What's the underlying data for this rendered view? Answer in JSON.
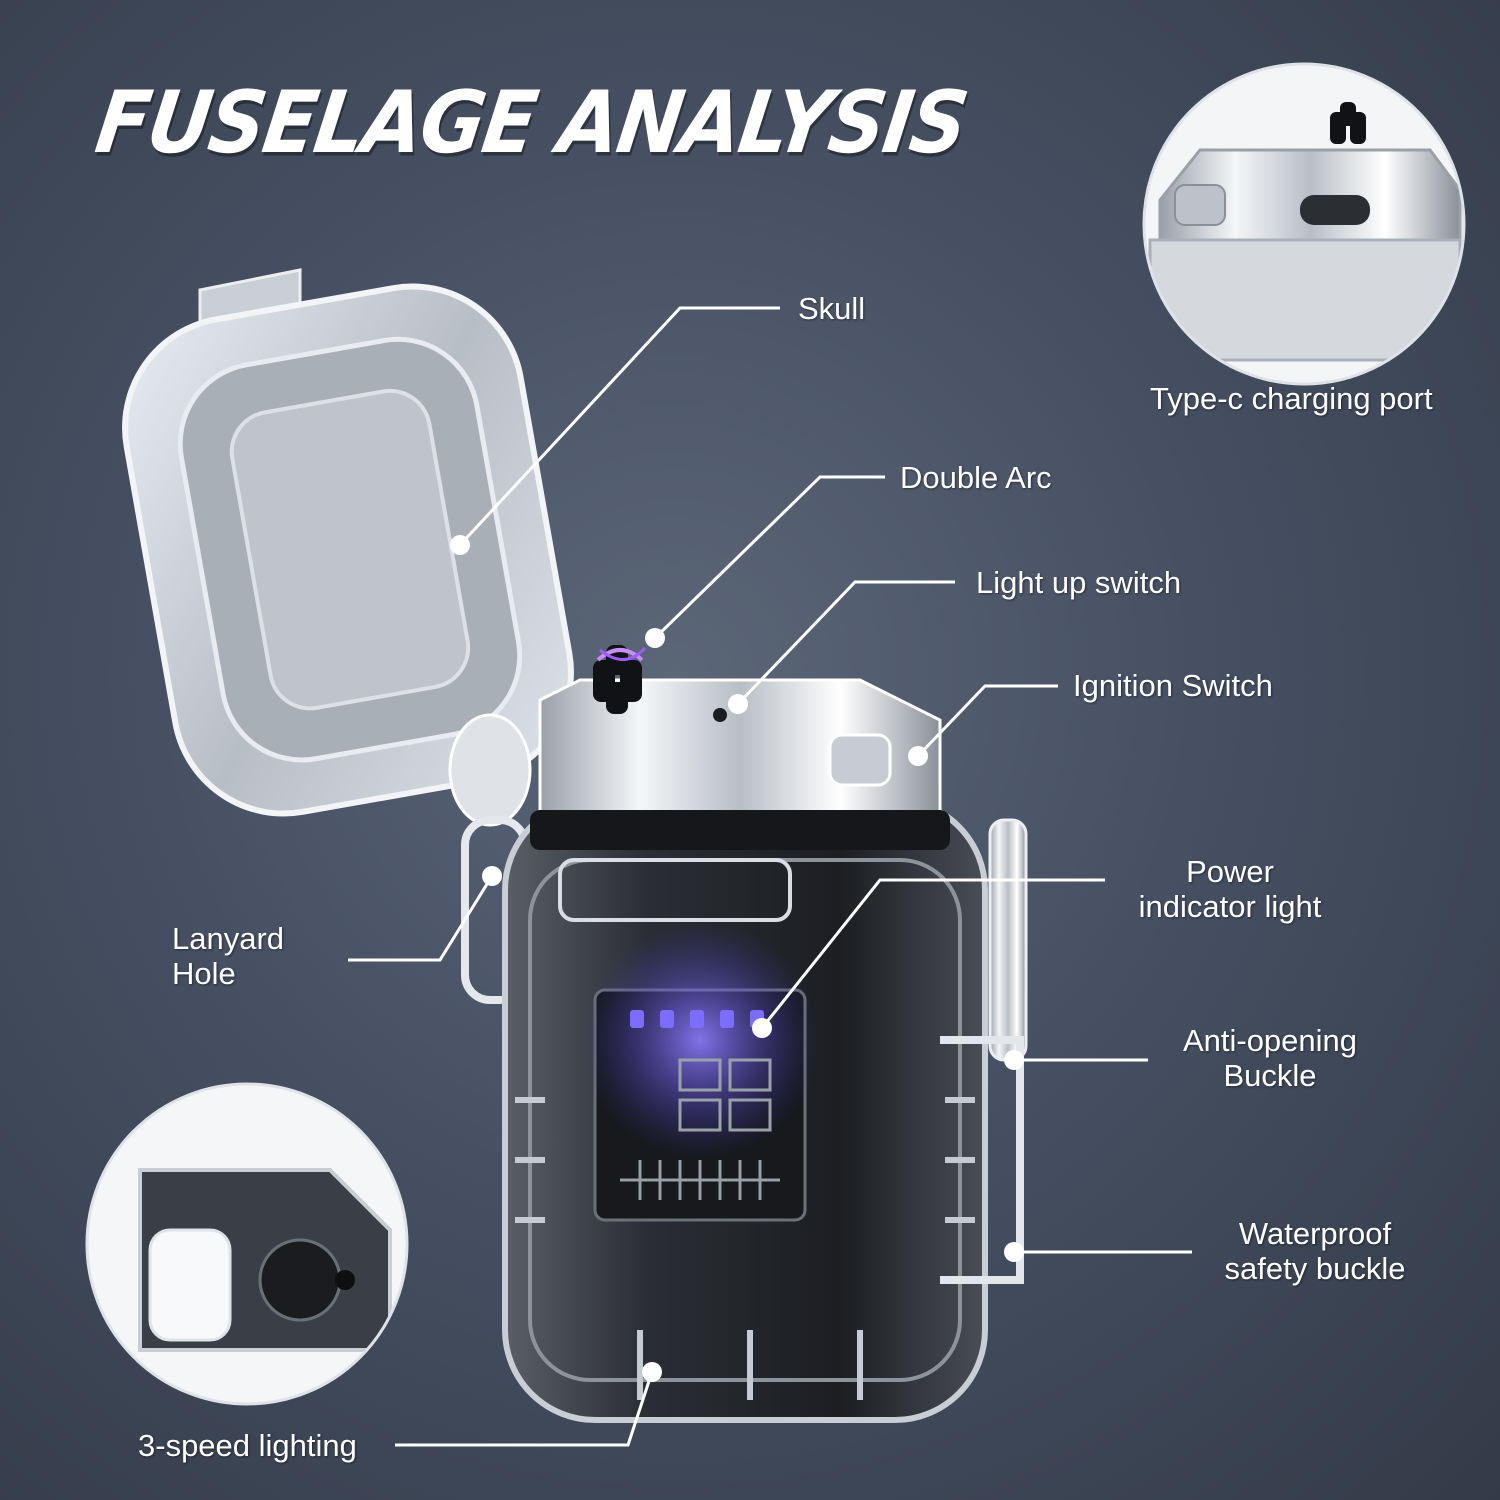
{
  "title": "FUSELAGE ANALYSIS",
  "labels": {
    "skull": "Skull",
    "double_arc": "Double Arc",
    "light_up_switch": "Light up switch",
    "ignition_switch": "Ignition Switch",
    "power_indicator_line1": "Power",
    "power_indicator_line2": "indicator light",
    "lanyard_hole_line1": "Lanyard",
    "lanyard_hole_line2": "Hole",
    "anti_opening_line1": "Anti-opening",
    "anti_opening_line2": "Buckle",
    "waterproof_line1": "Waterproof",
    "waterproof_line2": "safety buckle",
    "three_speed": "3-speed lighting",
    "type_c": "Type-c charging port"
  },
  "colors": {
    "background": "#465062",
    "text": "#ffffff",
    "leader_line": "#ffffff",
    "indicator_light": "#6a5cff",
    "arc": "#b06cff"
  },
  "icons": [
    "lighter-product-image",
    "top-cap-closeup-image",
    "bottom-light-closeup-image"
  ]
}
